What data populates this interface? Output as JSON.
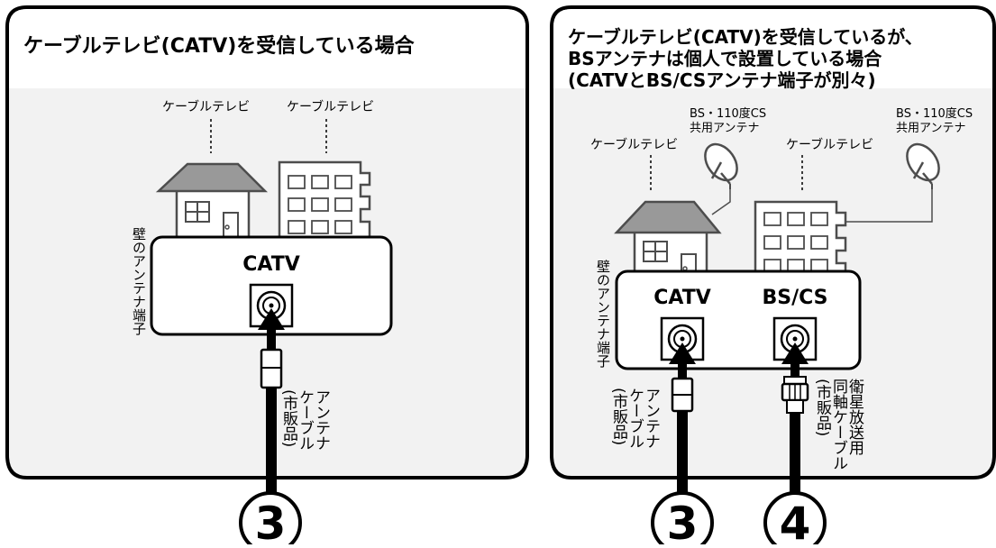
{
  "left_panel": {
    "title": "ケーブルテレビ(CATV)を受信している場合",
    "house_label": "ケーブルテレビ",
    "building_label": "ケーブルテレビ",
    "wall_terminal_label": "壁のアンテナ端子",
    "terminal_name": "CATV",
    "cable_label_line1": "アンテナ",
    "cable_label_line2": "ケーブル",
    "cable_label_line3": "(市販品)",
    "step_number": "3"
  },
  "right_panel": {
    "title_line1": "ケーブルテレビ(CATV)を受信しているが、",
    "title_line2": "BSアンテナは個人で設置している場合",
    "title_line3": "(CATVとBS/CSアンテナ端子が別々)",
    "house_label": "ケーブルテレビ",
    "building_label": "ケーブルテレビ",
    "dish1_label_line1": "BS・110度CS",
    "dish1_label_line2": "共用アンテナ",
    "dish2_label_line1": "BS・110度CS",
    "dish2_label_line2": "共用アンテナ",
    "wall_terminal_label": "壁のアンテナ端子",
    "terminal_catv": "CATV",
    "terminal_bscs": "BS/CS",
    "cable1_label_line1": "アンテナ",
    "cable1_label_line2": "ケーブル",
    "cable1_label_line3": "(市販品)",
    "cable2_label_line1": "衛星放送用",
    "cable2_label_line2": "同軸ケーブル",
    "cable2_label_line3": "(市販品)",
    "step_number_1": "3",
    "step_number_2": "4"
  },
  "colors": {
    "panel_border": "#000000",
    "panel_fill": "#f2f2f2",
    "header_fill": "#ffffff",
    "house_roof": "#999999",
    "icon_stroke": "#4d4d4d"
  }
}
